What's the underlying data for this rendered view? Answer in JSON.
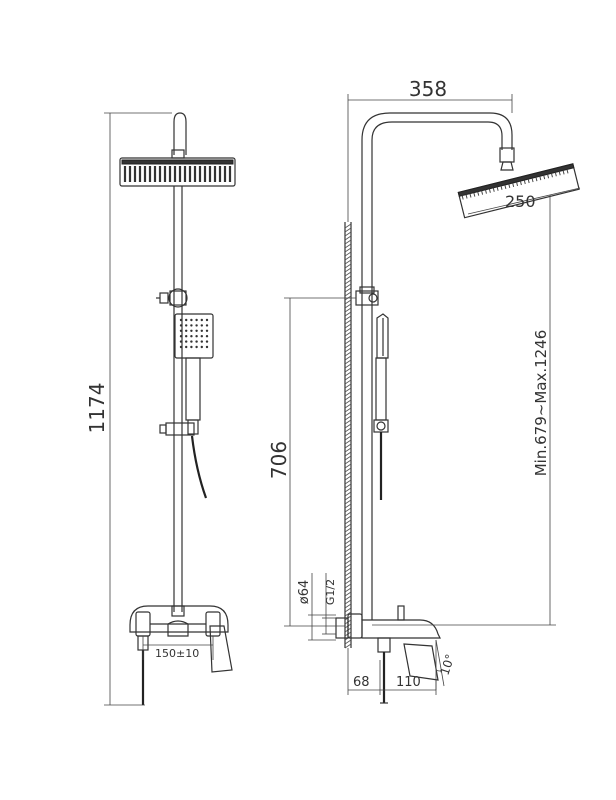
{
  "dimensions": {
    "total_height": "1174",
    "bar_spacing": "150±10",
    "arm_projection": "358",
    "head_size": "250",
    "slider_range": "Min.679~Max.1246",
    "bracket_height": "706",
    "diameter": "ø64",
    "thread": "G1/2",
    "wall_offset": "68",
    "spout_length": "110",
    "spout_angle": "10°"
  },
  "colors": {
    "line": "#333333",
    "wall_hatch": "#555555",
    "background": "#ffffff"
  }
}
